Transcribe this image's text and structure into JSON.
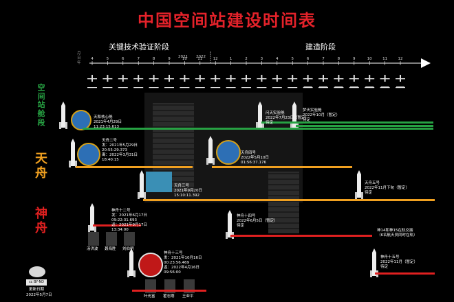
{
  "title": "中国空间站建设时间表",
  "phases": {
    "key_tech": "关键技术验证阶段",
    "construction": "建造阶段"
  },
  "axis": {
    "years": [
      "2021",
      "2022"
    ],
    "ticks_2021": [
      "4",
      "5",
      "6",
      "7",
      "8",
      "9",
      "10",
      "11",
      "12"
    ],
    "ticks_2022": [
      "1",
      "2",
      "3",
      "4",
      "5",
      "6",
      "7",
      "8",
      "9",
      "10",
      "11",
      "12"
    ],
    "small_left_labels": [
      "月",
      "日",
      "年"
    ]
  },
  "side_labels": {
    "station": "空\n间\n站\n舱\n段",
    "tianzhou": "天\n舟",
    "shenzhou": "神\n舟"
  },
  "colors": {
    "green": "#27a243",
    "orange": "#f0a020",
    "red": "#e02020",
    "title": "#e4222a"
  },
  "events": {
    "tianhe": "天和核心舱\n2021年4月29日\n11:23:15.613",
    "wentian": "问天实验舱\n2022年7月23日（暂定）\n待定",
    "mengtian": "梦天实验舱\n2022年10月（暂定）\n待定",
    "tz2": "天舟二号\n发：2021年5月29日\n20:55:29.373\n离：2022年3月31日\n18:40:15",
    "tz4": "天舟四号\n2022年5月10日\n01:56:37.176",
    "tz3": "天舟三号\n2021年9月20日\n15:10:11.392",
    "tz5": "天舟五号\n2022年11月下旬（暂定）\n待定",
    "sz12": "神舟十二号\n发：2021年6月17日\n09:22:31.693\n返：2021年9月17日\n13:34:00",
    "sz14": "神舟十四号\n2022年6月5日（暂定）\n待定",
    "sz15_ring": "神14和神15在轨交接\n（6名航天员同时在轨）",
    "sz13": "神舟十三号\n发：2021年10月16日\n00:23:56.469\n返：2022年4月16日\n09:56:00",
    "sz15": "神舟十五号\n2022年11月（暂定）\n待定"
  },
  "crew": {
    "sz12": [
      "聂海胜",
      "刘伯明",
      "汤洪波"
    ],
    "sz13": [
      "翟志刚",
      "王亚平",
      "叶光富"
    ]
  },
  "footer": {
    "update_label": "更新日期",
    "update_date": "2022年5月7日",
    "cc": "cc BY-ND"
  }
}
